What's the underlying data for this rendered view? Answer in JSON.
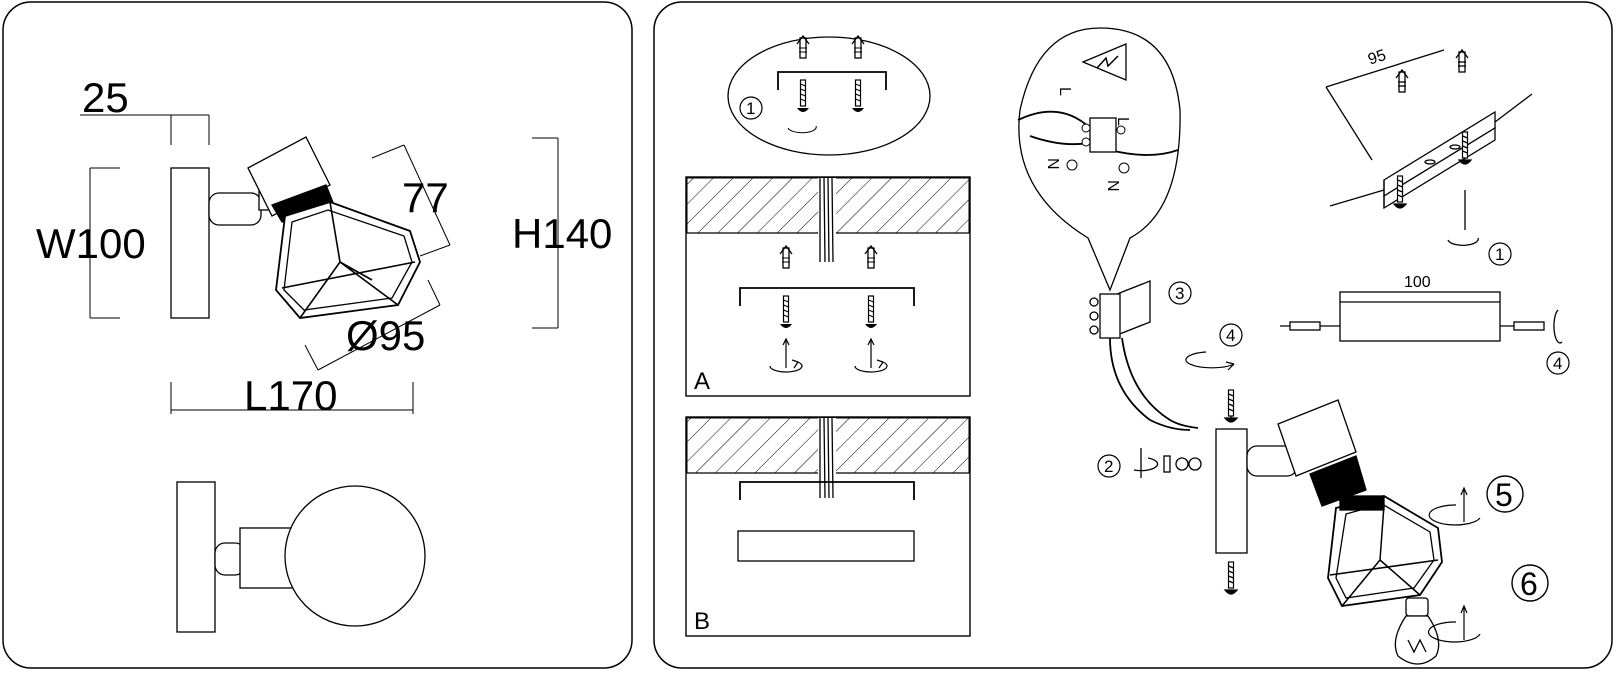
{
  "dimensions": {
    "depth": "25",
    "width": "W100",
    "height": "H140",
    "shade_height": "77",
    "shade_diameter": "Ø95",
    "length": "L170"
  },
  "panels": {
    "left": "dimensions",
    "right": "installation"
  },
  "installation": {
    "step_a_label": "A",
    "step_b_label": "B",
    "bracket_spacing": "95",
    "canopy_length": "100",
    "step_numbers": [
      "1",
      "2",
      "3",
      "4",
      "5",
      "6"
    ],
    "wire_labels": [
      "L",
      "N",
      "L",
      "N"
    ]
  }
}
